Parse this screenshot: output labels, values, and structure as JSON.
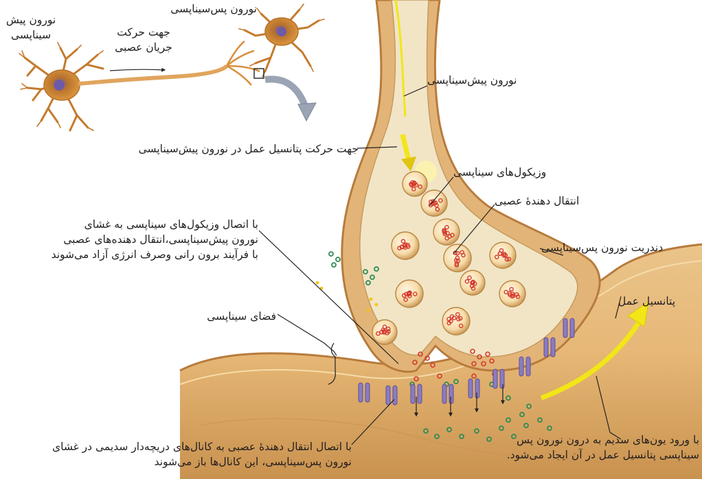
{
  "overview": {
    "presynaptic_neuron": [
      "نورون پیش",
      "سیناپسی"
    ],
    "postsynaptic_neuron": "نورون پس‌سیناپسی",
    "impulse_direction": [
      "جهت حرکت",
      "جریان عصبی"
    ]
  },
  "labels": {
    "presynaptic_neuron": "نورون پیش‌سیناپسی",
    "ap_direction": "جهت حرکت پتانسیل عمل در نورون پیش‌سیناپسی",
    "synaptic_vesicles": "وزیکول‌های سیناپسی",
    "neurotransmitter": "انتقال دهندۀ عصبی",
    "exocytosis": [
      "با اتصال وزیکول‌های سیناپسی به غشای",
      "نورون پیش‌سیناپسی،انتقال دهنده‌های عصبی",
      "با فرآیند برون رانی وصرف انرژی آزاد می‌شوند"
    ],
    "postsynaptic_dendrite": "دندریت نورون پس‌سیناپسی",
    "action_potential": "پتانسیل عمل",
    "synaptic_cleft": "فضای سیناپسی",
    "channel_opening": [
      "با اتصال انتقال دهندۀ عصبی به کانال‌های دریچه‌دار سدیمی در غشای",
      "نورون پس‌سیناپسی، این کانال‌ها باز می‌شوند"
    ],
    "sodium_entry": [
      "با ورود یون‌های سدیم به درون نورون پس",
      "سیناپسی پتانسیل عمل در آن ایجاد می‌شود."
    ]
  },
  "colors": {
    "membrane": "#e3b478",
    "membrane_dark": "#b77b3c",
    "cytoplasm": "#f1e5c6",
    "vesicle": "#f4d9a6",
    "neurotransmitter": "#d43a2c",
    "ion": "#2e8b57",
    "channel": "#8a7cc2",
    "arrow": "#f2e617",
    "neuron_body": "#d98a2e"
  }
}
